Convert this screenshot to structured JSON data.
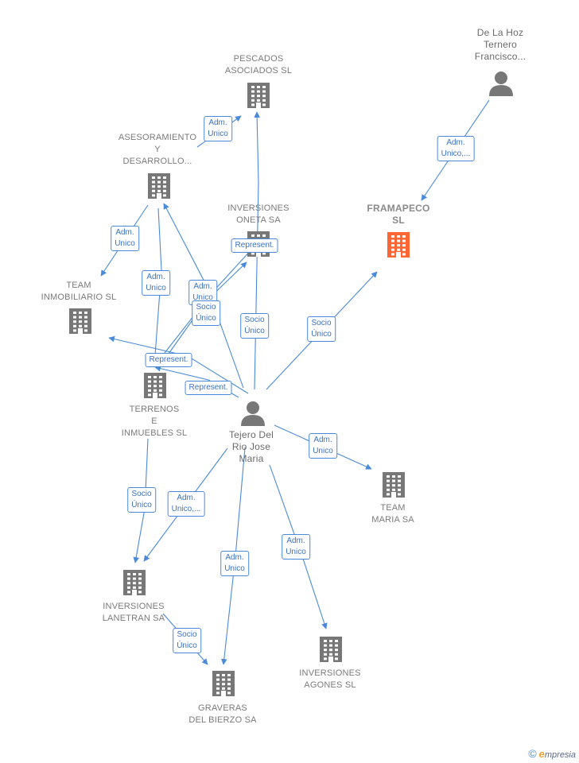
{
  "colors": {
    "edge": "#4a8ad8",
    "building": "#777777",
    "focus": "#ff6633",
    "person": "#777777"
  },
  "nodes": [
    {
      "id": "delahoz",
      "type": "person",
      "label": "De La Hoz\nTernero\nFrancisco..."
    },
    {
      "id": "pescados",
      "type": "company",
      "label": "PESCADOS\nASOCIADOS SL"
    },
    {
      "id": "asesoramiento",
      "type": "company",
      "label": "ASESORAMIENTO\nY\nDESARROLLO..."
    },
    {
      "id": "inversiones_oneta",
      "type": "company",
      "label": "INVERSIONES\nONETA SA"
    },
    {
      "id": "framapeco",
      "type": "focus",
      "label": "FRAMAPECO\nSL"
    },
    {
      "id": "team_inmobiliario",
      "type": "company",
      "label": "TEAM\nINMOBILIARIO SL"
    },
    {
      "id": "terrenos",
      "type": "company",
      "label": "TERRENOS\nE\nINMUEBLES SL"
    },
    {
      "id": "tejero",
      "type": "person",
      "label": "Tejero Del\nRio Jose\nMaria"
    },
    {
      "id": "team_maria",
      "type": "company",
      "label": "TEAM\nMARIA SA"
    },
    {
      "id": "lanetran",
      "type": "company",
      "label": "INVERSIONES\nLANETRAN SA"
    },
    {
      "id": "agones",
      "type": "company",
      "label": "INVERSIONES\nAGONES SL"
    },
    {
      "id": "graveras",
      "type": "company",
      "label": "GRAVERAS\nDEL BIERZO SA"
    }
  ],
  "edges": [
    {
      "from": "delahoz",
      "to": "framapeco",
      "label": "Adm.\nUnico,..."
    },
    {
      "from": "asesoramiento",
      "to": "pescados",
      "label": "Adm.\nUnico"
    },
    {
      "from": "asesoramiento",
      "to": "team_inmobiliario",
      "label": "Adm.\nUnico"
    },
    {
      "from": "asesoramiento",
      "to": "terrenos",
      "label": "Adm.\nUnico"
    },
    {
      "from": "tejero",
      "to": "asesoramiento",
      "label": "Adm.\nUnico"
    },
    {
      "from": "tejero",
      "to": "pescados",
      "label": "Socio\nÚnico"
    },
    {
      "from": "terrenos",
      "to": "inversiones_oneta",
      "label": "Socio\nÚnico"
    },
    {
      "from": "terrenos",
      "to": "inversiones_oneta",
      "label": "Represent."
    },
    {
      "from": "tejero",
      "to": "team_inmobiliario",
      "label": "Represent."
    },
    {
      "from": "tejero",
      "to": "terrenos",
      "label": "Represent."
    },
    {
      "from": "tejero",
      "to": "framapeco",
      "label": "Socio\nÚnico"
    },
    {
      "from": "tejero",
      "to": "team_maria",
      "label": "Adm.\nUnico"
    },
    {
      "from": "terrenos",
      "to": "lanetran",
      "label": "Socio\nÚnico"
    },
    {
      "from": "tejero",
      "to": "lanetran",
      "label": "Adm.\nUnico,..."
    },
    {
      "from": "tejero",
      "to": "graveras",
      "label": "Adm.\nUnico"
    },
    {
      "from": "tejero",
      "to": "agones",
      "label": "Adm.\nUnico"
    },
    {
      "from": "lanetran",
      "to": "graveras",
      "label": "Socio\nÚnico"
    }
  ],
  "footer": {
    "copyright": "©",
    "brand_initial": "e",
    "brand_rest": "mpresia"
  }
}
